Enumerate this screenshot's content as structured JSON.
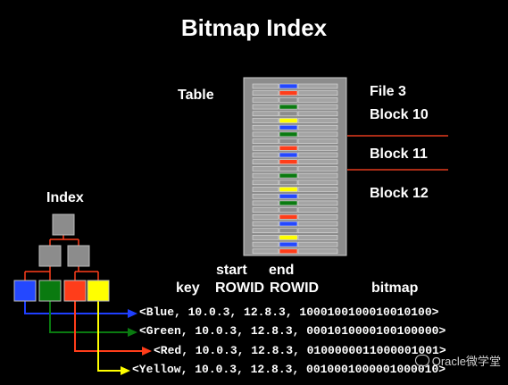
{
  "title": "Bitmap Index",
  "table_label": "Table",
  "index_label": "Index",
  "file_label": "File 3",
  "blocks": [
    "Block 10",
    "Block 11",
    "Block 12"
  ],
  "headers": {
    "start": "start",
    "end": "end",
    "key": "key",
    "rowid1": "ROWID",
    "rowid2": "ROWID",
    "bitmap": "bitmap"
  },
  "entries": [
    {
      "text": "<Blue, 10.0.3, 12.8.3, 1000100100010010100>",
      "color": "#1f3fff"
    },
    {
      "text": "<Green, 10.0.3, 12.8.3, 0001010000100100000>",
      "color": "#0a7a10"
    },
    {
      "text": "<Red, 10.0.3, 12.8.3, 0100000011000001001>",
      "color": "#ff3d1a"
    },
    {
      "text": "<Yellow, 10.0.3, 12.8.3, 0010001000001000010>",
      "color": "#ffff00"
    }
  ],
  "row_colors": [
    "blue",
    "red",
    "gray",
    "green",
    "gray",
    "yellow",
    "blue",
    "green",
    "gray",
    "red",
    "blue",
    "red",
    "gray",
    "green",
    "gray",
    "yellow",
    "blue",
    "green",
    "gray",
    "red",
    "blue",
    "gray",
    "yellow",
    "blue",
    "red"
  ],
  "colors": {
    "blue": "#2448ff",
    "green": "#0a7a10",
    "red": "#ff3d1a",
    "yellow": "#ffff00",
    "gray": "#8c8c8c",
    "tree_line": "#ff3d1a",
    "divider": "#e23a1e"
  },
  "watermark": "Oracle微学堂",
  "watermark_icon": "chat-bubble-icon"
}
